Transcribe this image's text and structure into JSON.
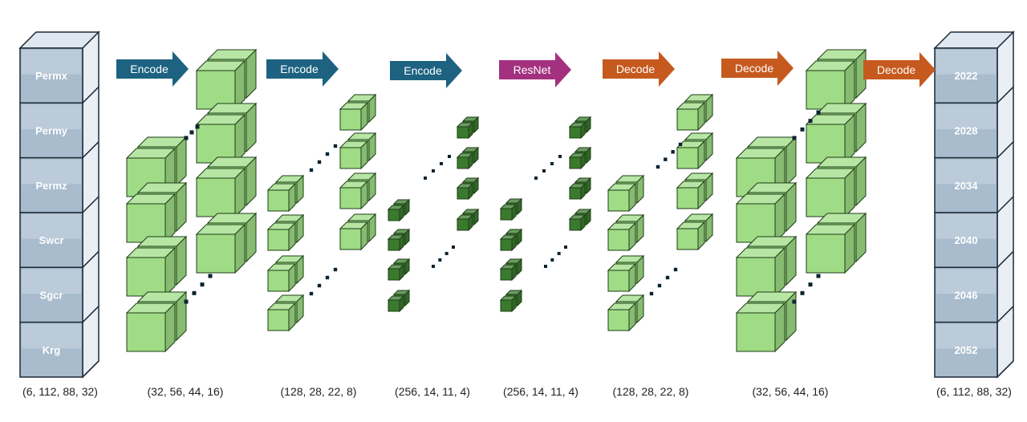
{
  "colors": {
    "encode": "#1d6280",
    "resnet": "#a3317f",
    "decode": "#c65a1e",
    "cube_light": "#9fdc85",
    "cube_dark": "#3a7a2e",
    "column_fill": "#a8bccd"
  },
  "input": {
    "labels": [
      "Permx",
      "Permy",
      "Permz",
      "Swcr",
      "Sgcr",
      "Krg"
    ],
    "shape": "(6, 112, 88, 32)"
  },
  "output": {
    "labels": [
      "2022",
      "2028",
      "2034",
      "2040",
      "2046",
      "2052"
    ],
    "shape": "(6, 112, 88, 32)"
  },
  "arrows": [
    {
      "label": "Encode",
      "kind": "encode"
    },
    {
      "label": "Encode",
      "kind": "encode"
    },
    {
      "label": "Encode",
      "kind": "encode"
    },
    {
      "label": "ResNet",
      "kind": "resnet"
    },
    {
      "label": "Decode",
      "kind": "decode"
    },
    {
      "label": "Decode",
      "kind": "decode"
    },
    {
      "label": "Decode",
      "kind": "decode"
    }
  ],
  "layers": [
    {
      "shape": "(32, 56, 44, 16)"
    },
    {
      "shape": "(128, 28, 22, 8)"
    },
    {
      "shape": "(256, 14, 11, 4)"
    },
    {
      "shape": "(256, 14, 11, 4)"
    },
    {
      "shape": "(128, 28, 22, 8)"
    },
    {
      "shape": "(32, 56, 44, 16)"
    }
  ]
}
